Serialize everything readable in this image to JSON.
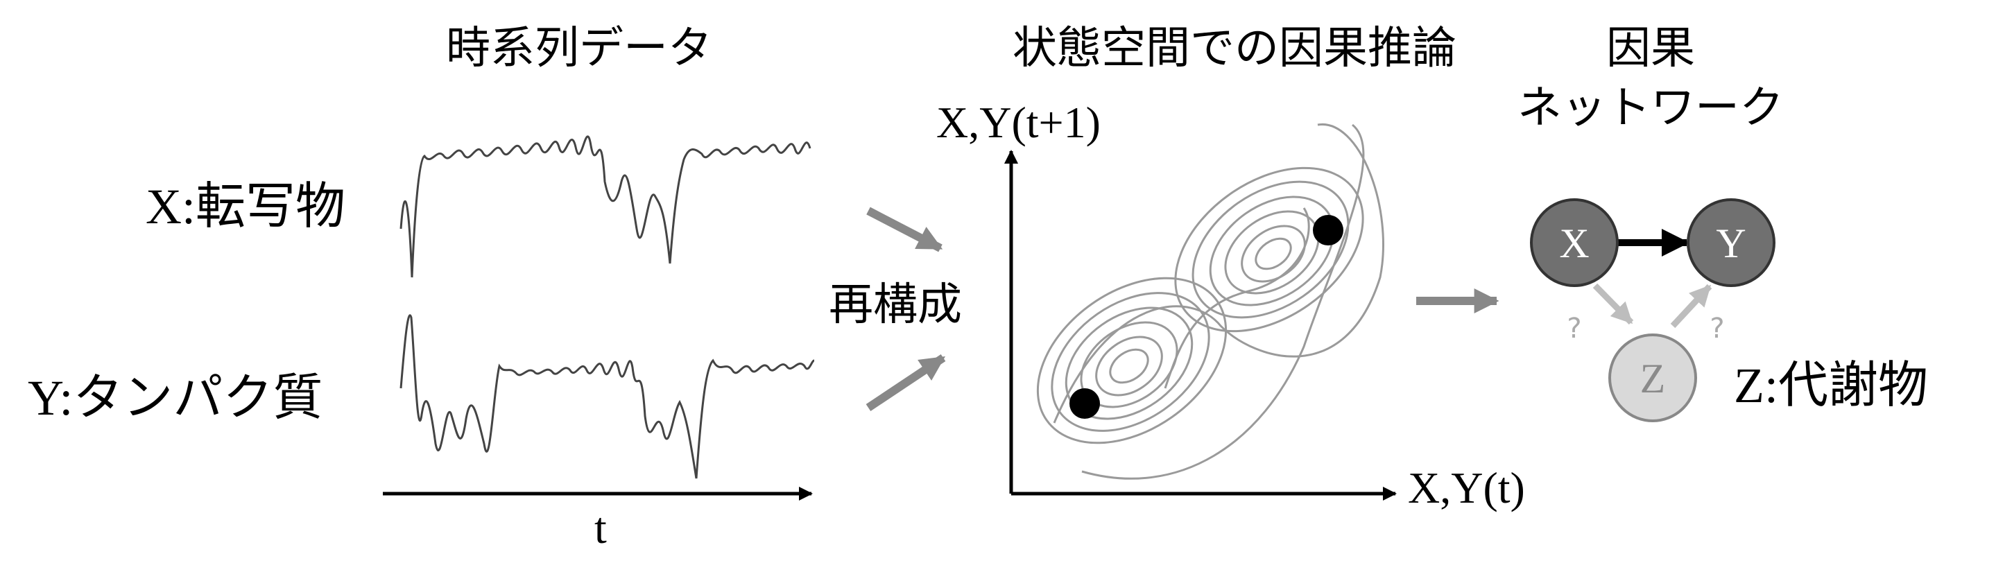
{
  "headings": {
    "timeseries": "時系列データ",
    "state_space": "状態空間での因果推論",
    "causal_line1": "因果",
    "causal_line2": "ネットワーク"
  },
  "series": {
    "x_label": "X:転写物",
    "y_label": "Y:タンパク質",
    "time_axis_label": "t"
  },
  "reconstruct_label": "再構成",
  "state_space": {
    "y_axis_label": "X,Y(t+1)",
    "x_axis_label": "X,Y(t)"
  },
  "network": {
    "node_x": "X",
    "node_y": "Y",
    "node_z": "Z",
    "unknown_left": "?",
    "unknown_right": "?",
    "z_label": "Z:代謝物"
  },
  "colors": {
    "trace": "#444444",
    "attractor": "#9a9a9a",
    "arrow_gray": "#888888",
    "node_dark": "#707070",
    "node_light": "#d9d9d9",
    "edge_light": "#bdbdbd"
  }
}
